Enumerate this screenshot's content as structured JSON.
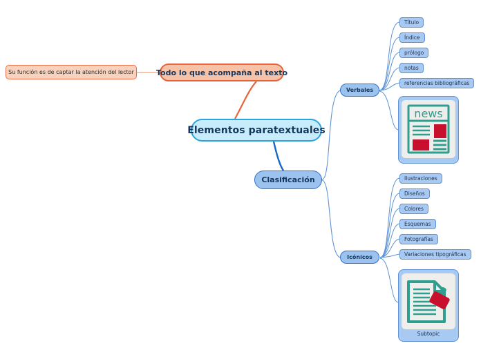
{
  "diagram": {
    "type": "mind-map",
    "title": "Elementos paratextuales",
    "colors": {
      "root_fill": "#c7ecfb",
      "root_stroke": "#2aa3e0",
      "orange_fill": "#f7c3a8",
      "orange_stroke": "#e8633a",
      "blue_fill": "#9cc3f0",
      "blue_stroke": "#2f6fc4",
      "leaf_fill": "#a8caf2",
      "leaf_stroke": "#5d92d6",
      "icon_teal": "#2e9e8f",
      "icon_red": "#c8102e"
    }
  },
  "root": {
    "label": "Elementos paratextuales"
  },
  "orange_branch": {
    "topic": "Todo lo que acompaña al texto",
    "note": "Su función es de captar la atención del lector"
  },
  "clasificacion": {
    "label": "Clasificación"
  },
  "verbales": {
    "label": "Verbales",
    "items": [
      {
        "label": "Título"
      },
      {
        "label": "Índice"
      },
      {
        "label": "prólogo"
      },
      {
        "label": "notas"
      },
      {
        "label": "referencias bibliográficas"
      }
    ],
    "image_node": {
      "icon": "newspaper-icon",
      "icon_text": "news",
      "caption": ""
    }
  },
  "iconicos": {
    "label": "Icónicos",
    "items": [
      {
        "label": "Ilustraciones"
      },
      {
        "label": "Diseños"
      },
      {
        "label": "Colores"
      },
      {
        "label": "Esquemas"
      },
      {
        "label": "Fotografías"
      },
      {
        "label": "Variaciones tipográficas"
      }
    ],
    "image_node": {
      "icon": "document-stamp-icon",
      "caption": "Subtopic"
    }
  }
}
